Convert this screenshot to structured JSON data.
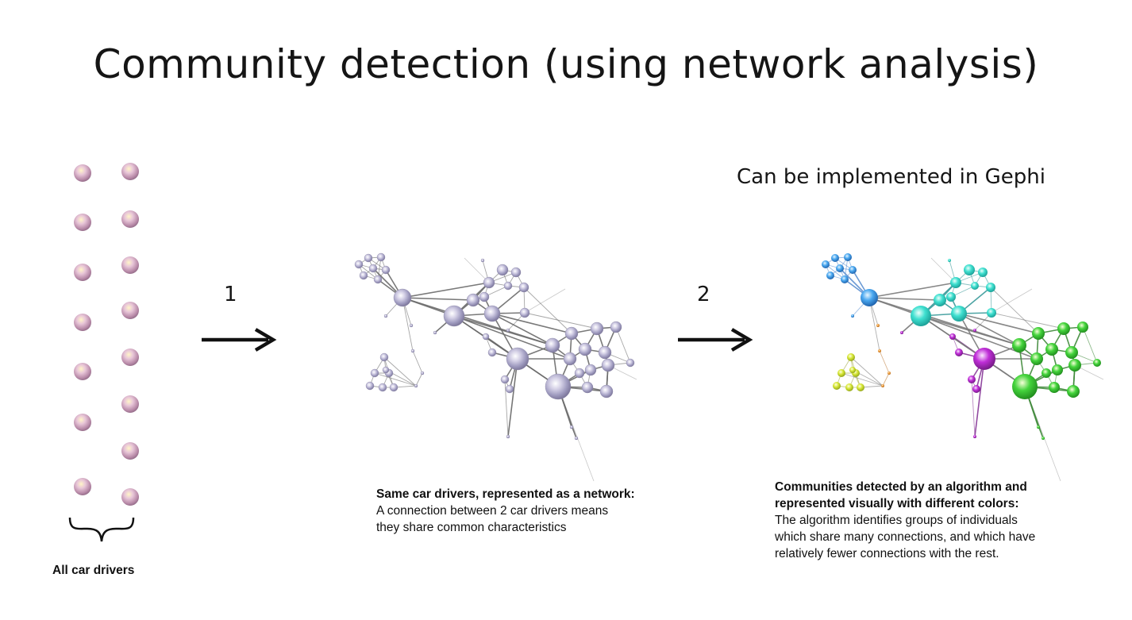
{
  "title": "Community detection (using network analysis)",
  "gephi_note": "Can be implemented in Gephi",
  "steps": [
    "1",
    "2"
  ],
  "all_drivers_label": "All car drivers",
  "network_caption": {
    "heading": "Same car drivers, represented as a network:",
    "lines": [
      "A connection between 2 car drivers means",
      "they share common characteristics"
    ]
  },
  "community_caption": {
    "heading_lines": [
      "Communities detected by an algorithm and",
      "represented visually with different colors:"
    ],
    "lines": [
      "The algorithm identifies groups of individuals",
      "which share many connections, and which have",
      "relatively fewer connections with the rest."
    ]
  },
  "colors": {
    "community_blue": "#4aa8f0",
    "community_cyan": "#3fe0d0",
    "community_green": "#44d43c",
    "community_magenta": "#c02ed8",
    "community_yellow": "#d8e838",
    "community_orange": "#f0a040"
  }
}
